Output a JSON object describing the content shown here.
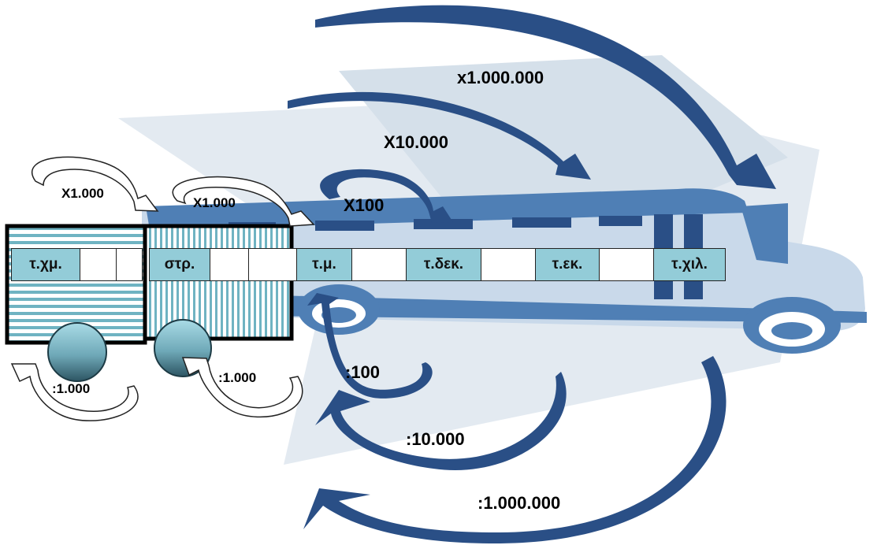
{
  "units": [
    "τ.χμ.",
    "στρ.",
    "τ.μ.",
    "τ.δεκ.",
    "τ.εκ.",
    "τ.χιλ."
  ],
  "multiply_labels": {
    "x1000_a": "X1.000",
    "x1000_b": "X1.000",
    "x100": "X100",
    "x10000": "X10.000",
    "x1000000": "x1.000.000"
  },
  "divide_labels": {
    "d1000_a": ":1.000",
    "d1000_b": ":1.000",
    "d100": ":100",
    "d10000": ":10.000",
    "d1000000": ":1.000.000"
  },
  "colors": {
    "arrow_dark": "#2a4f86",
    "bus_light": "#c9d9ea",
    "bus_mid": "#4f7fb5",
    "cell_fill": "#93ccd8",
    "backdrop": "#e3eaf1"
  }
}
